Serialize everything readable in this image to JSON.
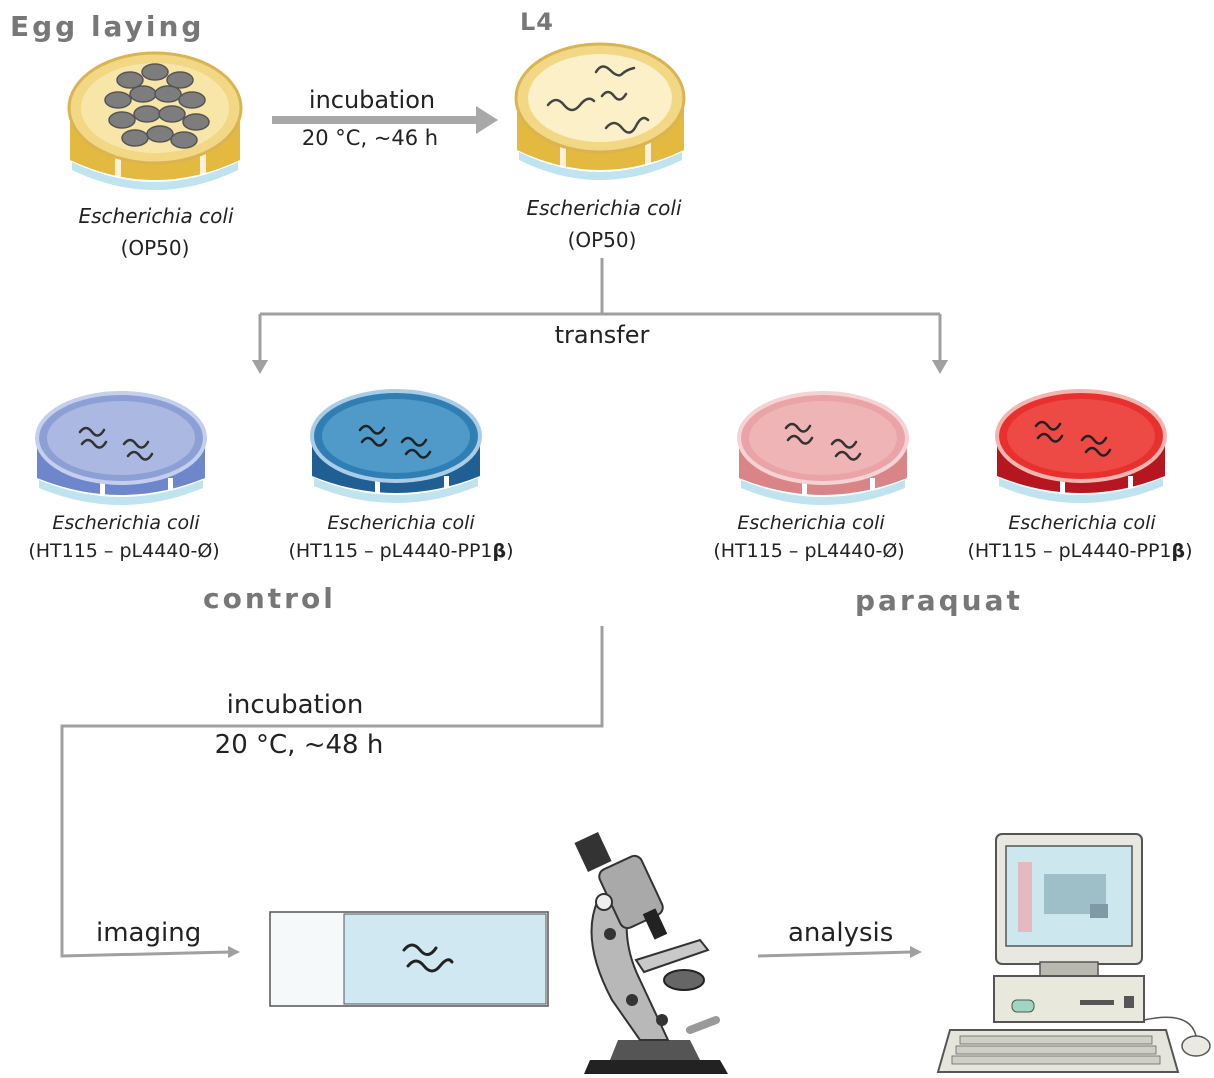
{
  "headings": {
    "egg_laying": "Egg laying",
    "l4": "L4",
    "control": "control",
    "paraquat": "paraquat"
  },
  "steps": {
    "incubation1": "incubation",
    "incubation1_conditions": "20 °C, ~46 h",
    "transfer": "transfer",
    "incubation2": "incubation",
    "incubation2_conditions": "20 °C, ~48 h",
    "imaging": "imaging",
    "analysis": "analysis"
  },
  "plates": {
    "egg": {
      "species": "Escherichia coli",
      "strain": "(OP50)",
      "color": "#f2d785"
    },
    "l4": {
      "species": "Escherichia coli",
      "strain": "(OP50)",
      "color": "#f7e9b5"
    },
    "control_empty": {
      "species": "Escherichia coli",
      "strain": "(HT115 – pL4440-Ø)",
      "color": "#8da0d6"
    },
    "control_pp1b": {
      "species": "Escherichia coli",
      "strain_prefix": "(HT115 – pL4440-PP1",
      "strain_beta": "β",
      "strain_suffix": ")",
      "color": "#2f7fb5"
    },
    "paraquat_empty": {
      "species": "Escherichia coli",
      "strain": "(HT115 – pL4440-Ø)",
      "color": "#eaa3a6"
    },
    "paraquat_pp1b": {
      "species": "Escherichia coli",
      "strain_prefix": "(HT115 – pL4440-PP1",
      "strain_beta": "β",
      "strain_suffix": ")",
      "color": "#e8312f"
    }
  },
  "icons": [
    "petri-dish-eggs-icon",
    "petri-dish-worms-icon",
    "microscope-slide-icon",
    "microscope-icon",
    "computer-icon"
  ],
  "colors": {
    "arrow": "#a8a8a8",
    "line": "#a0a0a0",
    "heading": "#777777"
  }
}
